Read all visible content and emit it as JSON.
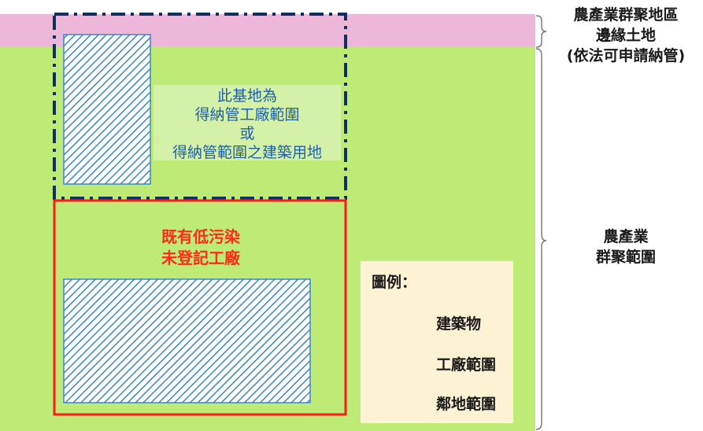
{
  "zones": {
    "pink_label_lines": [
      "農產業群聚地區",
      "邊緣土地",
      "(依法可申請納管)"
    ],
    "green_label_lines": [
      "農產業",
      "群聚範圍"
    ]
  },
  "site_note_lines": [
    "此基地為",
    "得納管工廠範圍",
    "或",
    "得納管範圍之建築用地"
  ],
  "factory_note_lines": [
    "既有低污染",
    "未登記工廠"
  ],
  "legend": {
    "title": "圖例：",
    "items": [
      {
        "label": "建築物",
        "icon": "hatched-building-icon"
      },
      {
        "label": "工廠範圍",
        "icon": "red-line-icon"
      },
      {
        "label": "鄰地範圍",
        "icon": "dash-dot-line-icon"
      }
    ]
  },
  "colors": {
    "pink_zone": "#ecb7d8",
    "green_zone": "#bdeb76",
    "building_hatch": "#3a86c8",
    "factory_line": "#ff1a1a",
    "neighbor_line": "#0f2f5e",
    "legend_bg": "#fdf2d4"
  }
}
